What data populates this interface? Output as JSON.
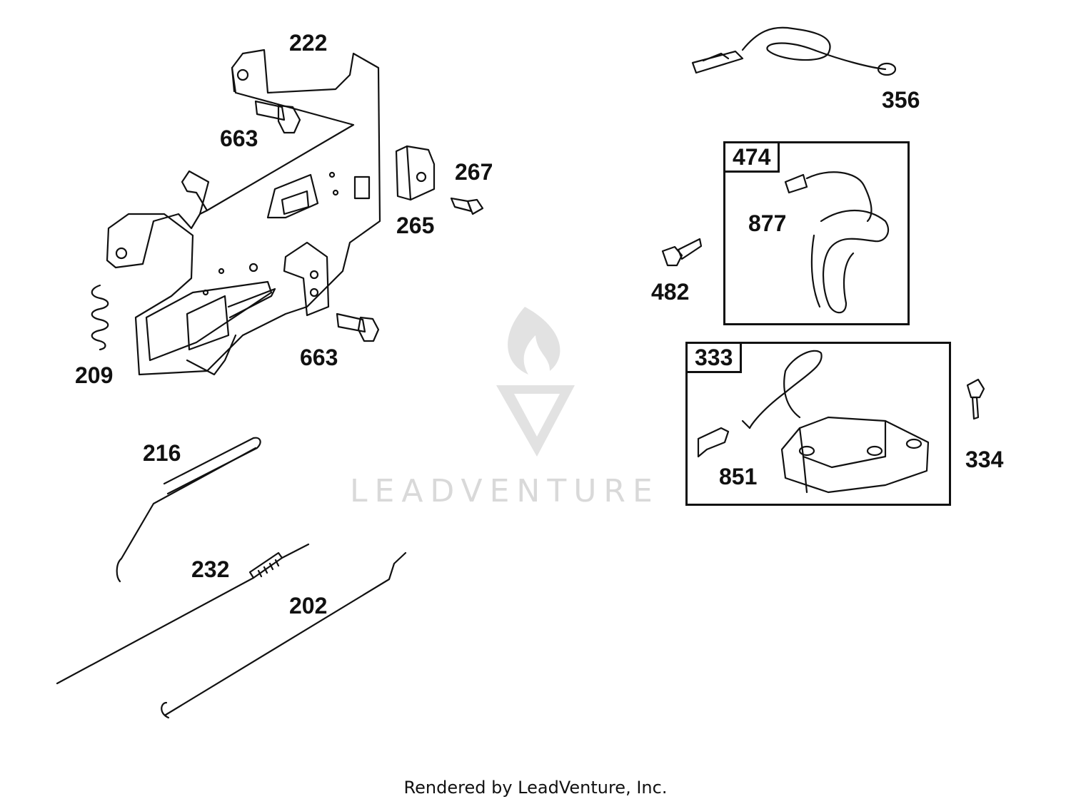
{
  "watermark": {
    "text": "LEADVENTURE"
  },
  "footer": {
    "text": "Rendered by LeadVenture, Inc."
  },
  "labels": {
    "p222": "222",
    "p663a": "663",
    "p267": "267",
    "p265": "265",
    "p209": "209",
    "p663b": "663",
    "p216": "216",
    "p232": "232",
    "p202": "202",
    "p356": "356",
    "p474": "474",
    "p877": "877",
    "p482": "482",
    "p333": "333",
    "p851": "851",
    "p334": "334"
  }
}
